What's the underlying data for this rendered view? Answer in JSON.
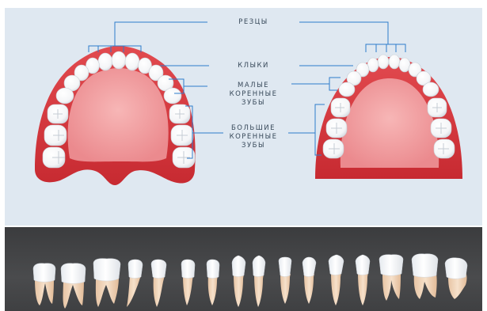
{
  "labels": {
    "incisors": "РЕЗЦЫ",
    "canines": "КЛЫКИ",
    "premolars": [
      "МАЛЫЕ",
      "КОРЕННЫЕ",
      "ЗУБЫ"
    ],
    "molars": [
      "БОЛЬШИЕ",
      "КОРЕННЫЕ",
      "ЗУБЫ"
    ]
  },
  "colors": {
    "background_panel": "#dfe8f1",
    "bottom_band": "#434446",
    "gum": "#d8353b",
    "palate": "#f2a0a2",
    "enamel": "#ffffff",
    "root": "#f1d7bd",
    "leader_lines": "#2e7ccb",
    "label_text": "#38495a"
  }
}
